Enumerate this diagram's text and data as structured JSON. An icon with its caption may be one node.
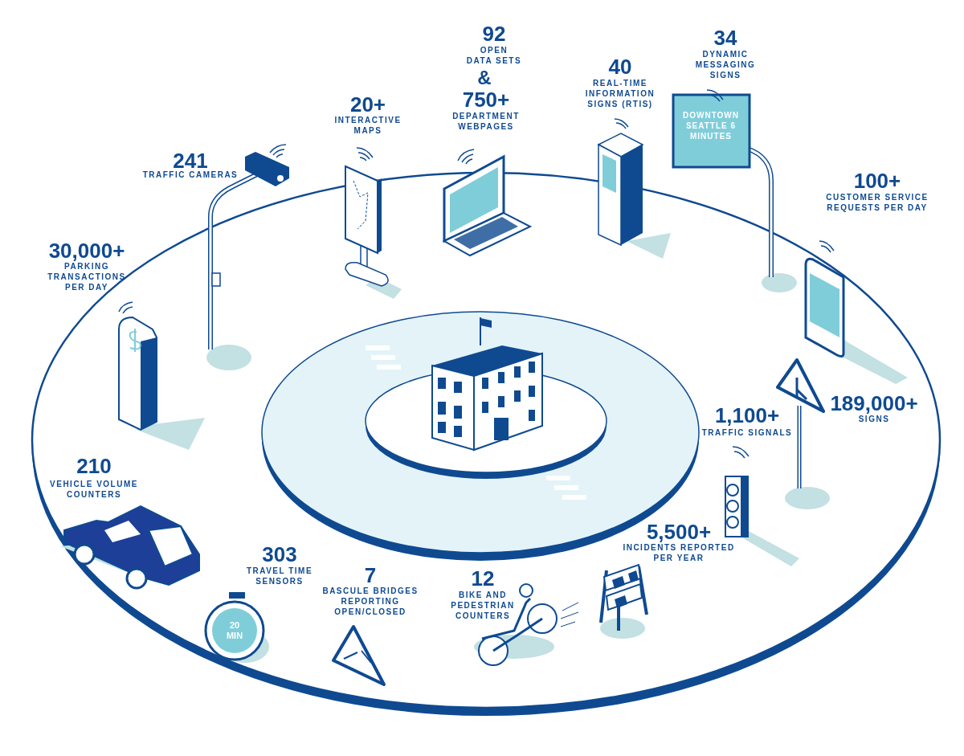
{
  "diagram": {
    "labels": [
      "92",
      "OPEN DATA SETS",
      "&",
      "750+",
      "DEPARTMENT WEBPAGES",
      "34",
      "DYNAMIC MESSAGING SIGNS",
      "40",
      "REAL-TIME INFORMATION SIGNS (RTIS)",
      "20+",
      "INTERACTIVE MAPS",
      "DOWNTOWN SEATTLE 6 MINUTES",
      "241",
      "TRAFFIC CAMERAS",
      "100+",
      "CUSTOMER SERVICE REQUESTS PER DAY",
      "30,000+",
      "PARKING TRANSACTIONS PER DAY",
      "189,000+",
      "SIGNS",
      "1,100+",
      "TRAFFIC SIGNALS",
      "210",
      "VEHICLE VOLUME COUNTERS",
      "5,500+",
      "INCIDENTS REPORTED PER YEAR",
      "303",
      "TRAVEL TIME SENSORS",
      "12",
      "BIKE AND PEDESTRIAN COUNTERS",
      "7",
      "BASCULE BRIDGES REPORTING OPEN/CLOSED",
      "20 MIN"
    ]
  }
}
